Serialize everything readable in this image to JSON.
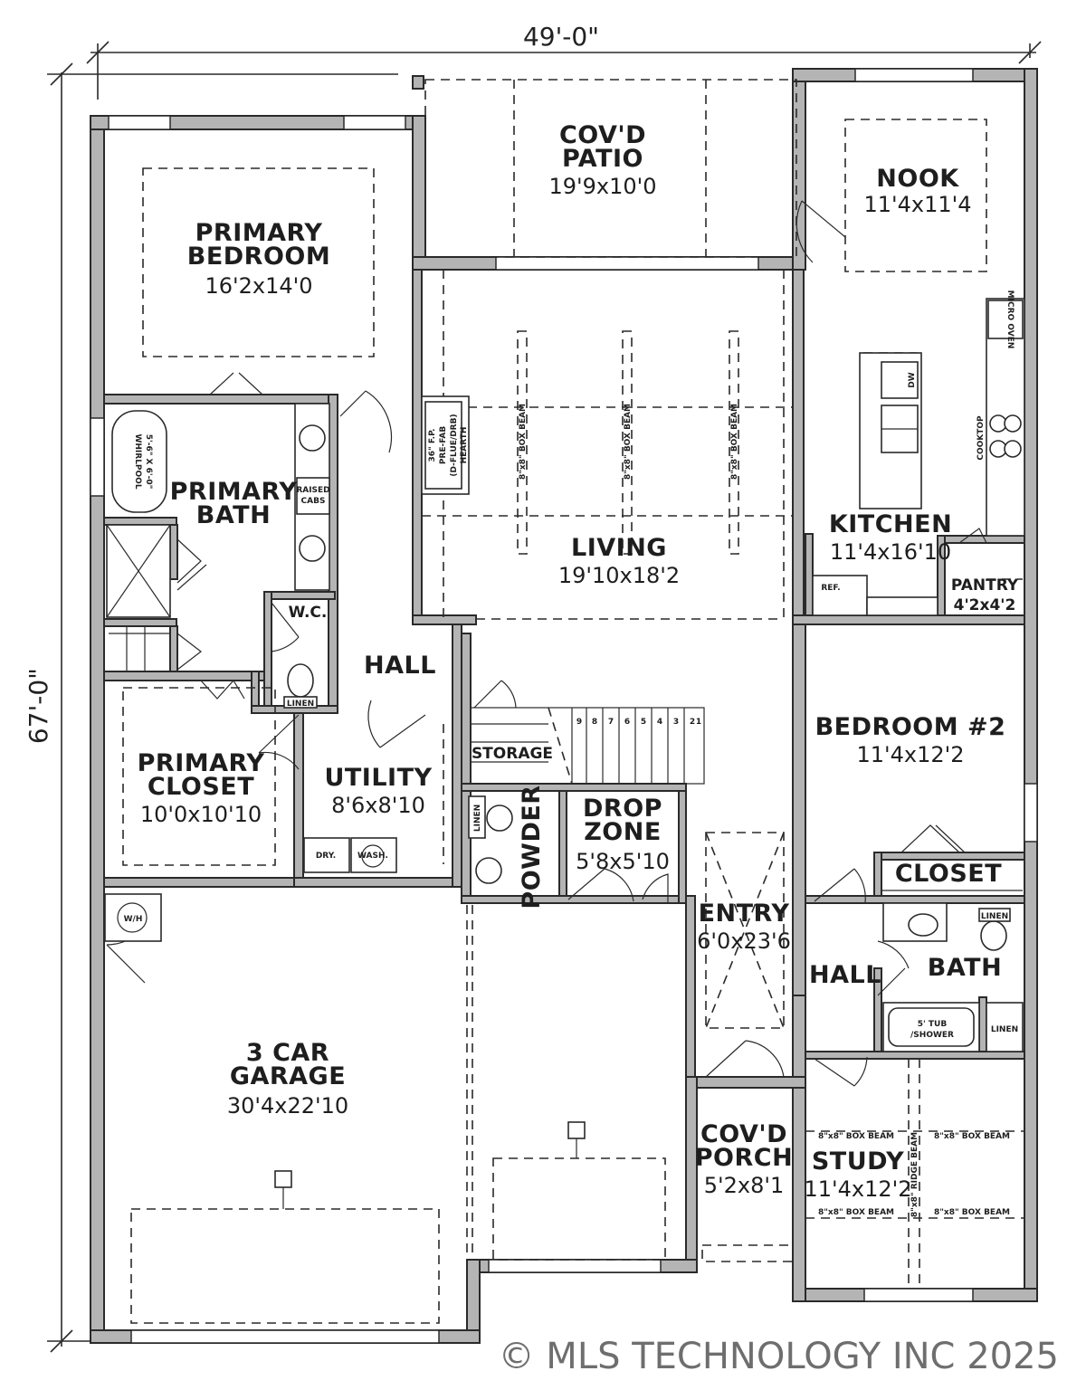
{
  "dimensions": {
    "width": "49'-0\"",
    "depth": "67'-0\""
  },
  "rooms": {
    "covd_patio": {
      "name_line1": "COV'D",
      "name_line2": "PATIO",
      "size": "19'9x10'0"
    },
    "nook": {
      "name": "NOOK",
      "size": "11'4x11'4"
    },
    "primary_bedroom": {
      "name_line1": "PRIMARY",
      "name_line2": "BEDROOM",
      "size": "16'2x14'0"
    },
    "primary_bath": {
      "name_line1": "PRIMARY",
      "name_line2": "BATH"
    },
    "wc": {
      "name": "W.C."
    },
    "hall_main": {
      "name": "HALL"
    },
    "living": {
      "name": "LIVING",
      "size": "19'10x18'2"
    },
    "kitchen": {
      "name": "KITCHEN",
      "size": "11'4x16'10"
    },
    "pantry": {
      "name": "PANTRY",
      "size": "4'2x4'2"
    },
    "primary_closet": {
      "name_line1": "PRIMARY",
      "name_line2": "CLOSET",
      "size": "10'0x10'10"
    },
    "utility": {
      "name": "UTILITY",
      "size": "8'6x8'10"
    },
    "storage": {
      "name": "STORAGE"
    },
    "bedroom2": {
      "name": "BEDROOM #2",
      "size": "11'4x12'2"
    },
    "powder": {
      "name": "POWDER"
    },
    "drop_zone": {
      "name_line1": "DROP",
      "name_line2": "ZONE",
      "size": "5'8x5'10"
    },
    "closet": {
      "name": "CLOSET"
    },
    "entry": {
      "name": "ENTRY",
      "size": "6'0x23'6"
    },
    "hall_side": {
      "name": "HALL"
    },
    "bath": {
      "name": "BATH"
    },
    "garage": {
      "name_line1": "3 CAR",
      "name_line2": "GARAGE",
      "size": "30'4x22'10"
    },
    "covd_porch": {
      "name_line1": "COV'D",
      "name_line2": "PORCH",
      "size": "5'2x8'1"
    },
    "study": {
      "name": "STUDY",
      "size": "11'4x12'2"
    }
  },
  "fixtures": {
    "raised_cabs": [
      "RAISED",
      "CABS"
    ],
    "linen": "LINEN",
    "dryer": "DRY.",
    "washer": "WASH.",
    "water_heater": "W/H",
    "refrigerator": "REF.",
    "tub_shower": [
      "5' TUB",
      "/SHOWER"
    ],
    "dishwasher": "DW",
    "cooktop": "COOKTOP",
    "micro_oven": "MICRO OVEN",
    "whirlpool": [
      "WHIRLPOOL",
      "5'-6\" X 6'-0\""
    ],
    "fireplace": [
      "36\" F.P.",
      "PRE-FAB",
      "(D-FLUE/DRB)"
    ],
    "hearth": "HEARTH",
    "box_beam": "8\"x8\" BOX BEAM",
    "ridge_beam": "8\"x8\" RIDGE BEAM",
    "stair_numbers": [
      "9",
      "8",
      "7",
      "6",
      "5",
      "4",
      "3",
      "2",
      "1"
    ]
  },
  "watermark": "© MLS TECHNOLOGY INC 2025",
  "colors": {
    "wall_fill": "#b4b4b4",
    "line": "#2a2a2a",
    "background": "#ffffff"
  }
}
